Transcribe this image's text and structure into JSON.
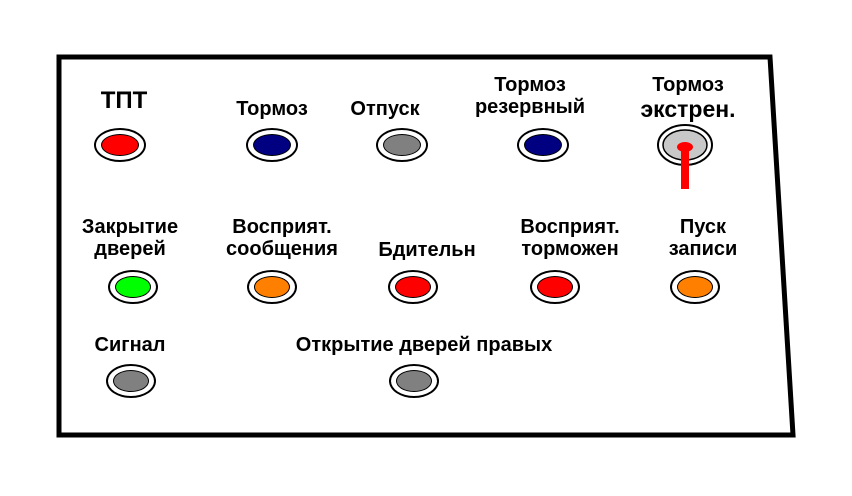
{
  "panel": {
    "labels": {
      "tpt": "ТПТ",
      "brake": "Тормоз",
      "release": "Отпуск",
      "brake_reserve_1": "Тормоз",
      "brake_reserve_2": "резервный",
      "brake_emerg_1": "Тормоз",
      "brake_emerg_2": "экстрен.",
      "doors_close_1": "Закрытие",
      "doors_close_2": "дверей",
      "perceive_msg_1": "Восприят.",
      "perceive_msg_2": "сообщения",
      "vigilance": "Бдительн",
      "perceive_brake_1": "Восприят.",
      "perceive_brake_2": "торможен",
      "rec_start_1": "Пуск",
      "rec_start_2": "записи",
      "signal": "Сигнал",
      "doors_open_right": "Открытие дверей правых"
    },
    "lamps": {
      "tpt": "#ff0000",
      "brake": "#000080",
      "release": "#808080",
      "brake_reserve": "#000080",
      "doors_close": "#00ff00",
      "perceive_msg": "#ff8000",
      "vigilance": "#ff0000",
      "perceive_brake": "#ff0000",
      "rec_start": "#ff8000",
      "signal": "#808080",
      "doors_open_right": "#808080"
    },
    "toggle": {
      "body_color": "#c8c8c8",
      "lever_color": "#ff0000"
    },
    "frame_color": "#000000"
  }
}
